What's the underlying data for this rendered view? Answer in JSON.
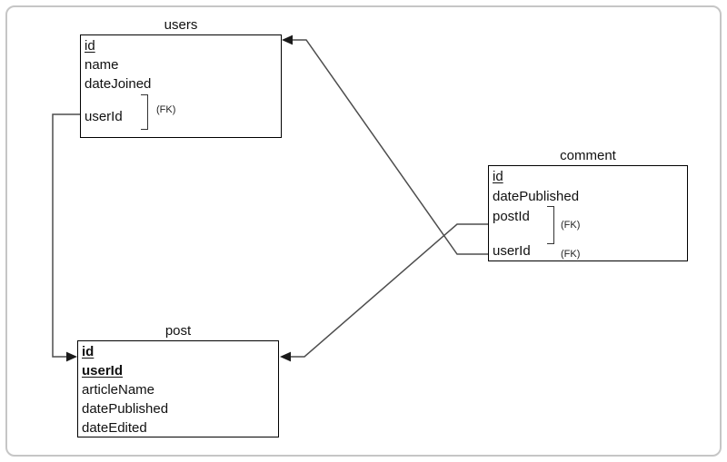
{
  "frame": {
    "border_color": "#c6c6c6",
    "background": "#ffffff"
  },
  "diagram": {
    "type": "entity-relationship",
    "line_color": "#4d4d4d",
    "entities": [
      {
        "name": "users",
        "fields": [
          {
            "label": "id",
            "key": "primary",
            "underlined": true
          },
          {
            "label": "name"
          },
          {
            "label": "dateJoined"
          },
          {
            "label": "userId",
            "annotation": "(FK)"
          }
        ]
      },
      {
        "name": "comment",
        "fields": [
          {
            "label": "id",
            "key": "primary",
            "underlined": true
          },
          {
            "label": "datePublished"
          },
          {
            "label": "postId",
            "annotation": "(FK)"
          },
          {
            "label": "userId",
            "annotation": "(FK)"
          }
        ]
      },
      {
        "name": "post",
        "fields": [
          {
            "label": "id",
            "key": "primary",
            "underlined": true,
            "bold": true
          },
          {
            "label": "userId",
            "key": "primary",
            "underlined": true,
            "bold": true
          },
          {
            "label": "articleName"
          },
          {
            "label": "datePublished"
          },
          {
            "label": "dateEdited"
          }
        ]
      }
    ],
    "relationships": [
      {
        "from": "users.userId",
        "to": "post",
        "arrow_at": "post"
      },
      {
        "from": "comment.userId",
        "to": "users",
        "arrow_at": "users"
      },
      {
        "from": "comment.postId",
        "to": "post",
        "arrow_at": "post"
      }
    ]
  }
}
